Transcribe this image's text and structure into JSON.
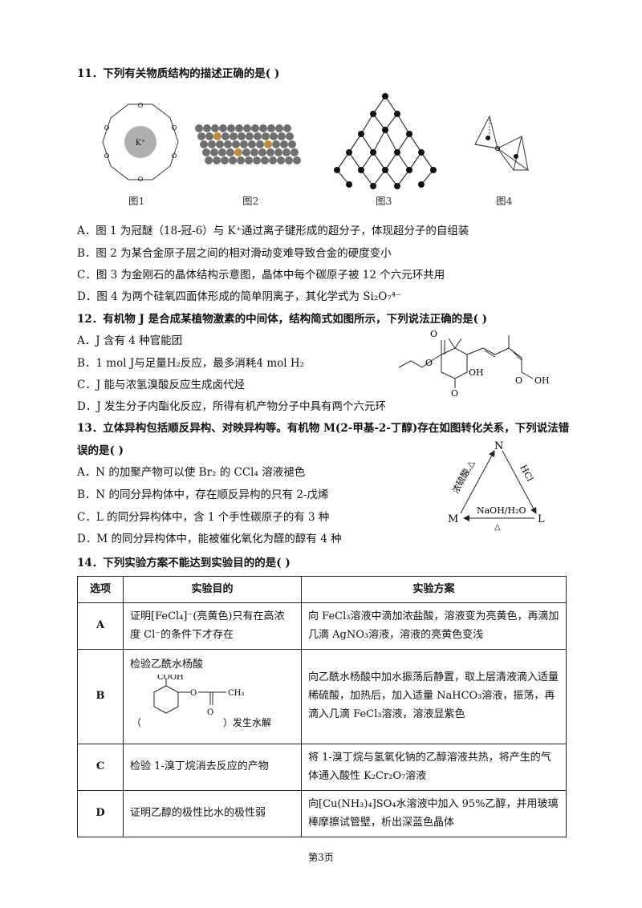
{
  "q11": {
    "stem": "11．下列有关物质结构的描述正确的是(      )",
    "fig_labels": [
      "图1",
      "图2",
      "图3",
      "图4"
    ],
    "k_ion": "K⁺",
    "crown_o": "O",
    "options": [
      "A．图 1 为冠醚（18-冠-6）与 K⁺通过离子键形成的超分子，体现超分子的自组装",
      "B．图 2 为某合金原子层之间的相对滑动变难导致合金的硬度变小",
      "C．图 3 为金刚石的晶体结构示意图，晶体中每个碳原子被 12 个六元环共用",
      "D．图 4 为两个硅氧四面体形成的简单阴离子，其化学式为 Si₂O₇⁴⁻"
    ]
  },
  "q12": {
    "stem": "12．有机物 J 是合成某植物激素的中间体，结构简式如图所示，下列说法正确的是(      )",
    "options": [
      "A．J 含有 4 种官能团",
      "B．1 mol J与足量H₂反应，最多消耗4 mol H₂",
      "C．J 能与浓氢溴酸反应生成卤代烃",
      "D．J 发生分子内酯化反应，所得有机产物分子中具有两个六元环"
    ],
    "structure_labels": {
      "o1": "O",
      "o2": "O",
      "o3": "O",
      "oh": "OH",
      "o4": "O",
      "oh2": "OH"
    }
  },
  "q13": {
    "stem_line1": "13．立体异构包括顺反异构、对映异构等。有机物 M(2-甲基-2-丁醇)存在如图转化关系，下列说法错",
    "stem_line2": "误的是(      )",
    "options": [
      "A．N 的加聚产物可以使 Br₂ 的 CCl₄ 溶液褪色",
      "B．N 的同分异构体中，存在顺反异构的只有 2-戊烯",
      "C．L 的同分异构体中，含 1 个手性碳原子的有 3 种",
      "D．M 的同分异构体中，能被催化氧化为醛的醇有 4 种"
    ],
    "diagram": {
      "n": "N",
      "m": "M",
      "l": "L",
      "left_edge": "浓硫酸,△",
      "right_edge": "HCl",
      "bottom_top": "NaOH/H₂O",
      "bottom_under": "△"
    }
  },
  "q14": {
    "stem": "14．下列实验方案不能达到实验目的的是(      )",
    "headers": [
      "选项",
      "实验目的",
      "实验方案"
    ],
    "rows": [
      {
        "opt": "A",
        "goal": "证明[FeCl₄]⁻(亮黄色)只有在高浓度 Cl⁻的条件下才存在",
        "plan": "向 FeCl₃溶液中滴加浓盐酸，溶液变为亮黄色，再滴加几滴 AgNO₃溶液，溶液的亮黄色变浅"
      },
      {
        "opt": "B",
        "goal_top": "检验乙酰水杨酸",
        "goal_bottom_left": "（",
        "goal_bottom_right": "）发生水解",
        "cooh": "COOH",
        "ch3": "CH₃",
        "o_ring": "O",
        "o_dbl": "O",
        "plan": "向乙酰水杨酸中加水振荡后静置，取上层清液滴入适量稀硫酸，加热后，加入适量 NaHCO₃溶液，振荡，再滴入几滴 FeCl₃溶液，溶液显紫色"
      },
      {
        "opt": "C",
        "goal": "检验 1-溴丁烷消去反应的产物",
        "plan": "将 1-溴丁烷与氢氧化钠的乙醇溶液共热，将产生的气体通入酸性 K₂Cr₂O₇溶液"
      },
      {
        "opt": "D",
        "goal": "证明乙醇的极性比水的极性弱",
        "plan": "向[Cu(NH₃)₄]SO₄水溶液中加入 95%乙醇，并用玻璃棒摩擦试管壁，析出深蓝色晶体"
      }
    ]
  },
  "footer": "第3页",
  "colors": {
    "ion": "#b0b0b0",
    "sphere": "#6f6f6f",
    "alloy": "#c08a3e",
    "atom": "#111111"
  }
}
